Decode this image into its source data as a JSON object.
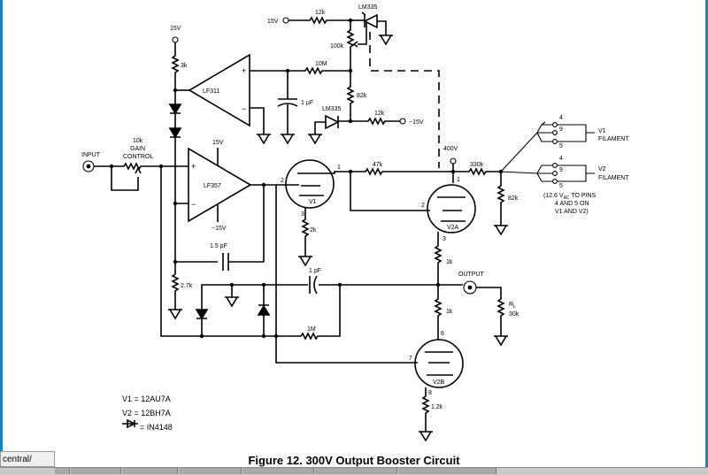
{
  "figure": {
    "caption": "Figure 12. 300V Output Booster Circuit"
  },
  "labels": {
    "v15_top": "15V",
    "res_12k_top": "12k",
    "lm335_top": "LM335",
    "res_100k": "100k",
    "v15_left": "15V",
    "res_3k": "3k",
    "res_10m": "10M",
    "lf311": "LF311",
    "cap_1uf": "1 µF",
    "res_82k_mid": "82k",
    "lm335_mid": "LM335",
    "res_12k_mid": "12k",
    "v_neg15_mid": "−15V",
    "input": "INPUT",
    "gain_10k": "10k",
    "gain_label": "GAIN",
    "control_label": "CONTROL",
    "v15_opamp": "15V",
    "lf357": "LF357",
    "v_neg15_opamp": "−15V",
    "pin2_v1": "2",
    "pin1_v1": "1",
    "pin3_v1": "3",
    "v1": "V1",
    "res_2k": "2k",
    "res_47k": "47k",
    "v400": "400V",
    "pin1_v2a": "1",
    "pin2_v2a": "2",
    "pin3_v2a": "3",
    "v2a": "V2A",
    "res_330k": "330k",
    "res_82k_right": "82k",
    "fil_4a": "4",
    "fil_9a": "9",
    "fil_5a": "5",
    "v1_fil": "V1",
    "filament1": "FILAMENT",
    "fil_4b": "4",
    "fil_9b": "9",
    "fil_5b": "5",
    "v2_fil": "V2",
    "filament2": "FILAMENT",
    "fil_note_1": "(12.6 V",
    "fil_note_ac": "AC",
    "fil_note_1b": " TO PINS",
    "fil_note_2": "4 AND 5 ON",
    "fil_note_3": "V1 AND V2)",
    "cap_15pf": "1.5 pF",
    "res_27k": "2.7k",
    "res_1k_upper": "1k",
    "cap_1pf": "1 pF",
    "output": "OUTPUT",
    "rl": "R",
    "rl_sub": "L",
    "res_30k": "30k",
    "res_1k_lower": "1k",
    "res_1m": "1M",
    "pin6_v2b": "6",
    "pin7_v2b": "7",
    "v2b": "V2B",
    "pin8_v2b": "8",
    "res_12k_bottom": "1.2k"
  },
  "legend": {
    "line1": "V1 = 12AU7A",
    "line2": "V2 = 12BH7A",
    "line3": "= IN4148"
  },
  "taskbar": {
    "tab_label": "central/"
  }
}
